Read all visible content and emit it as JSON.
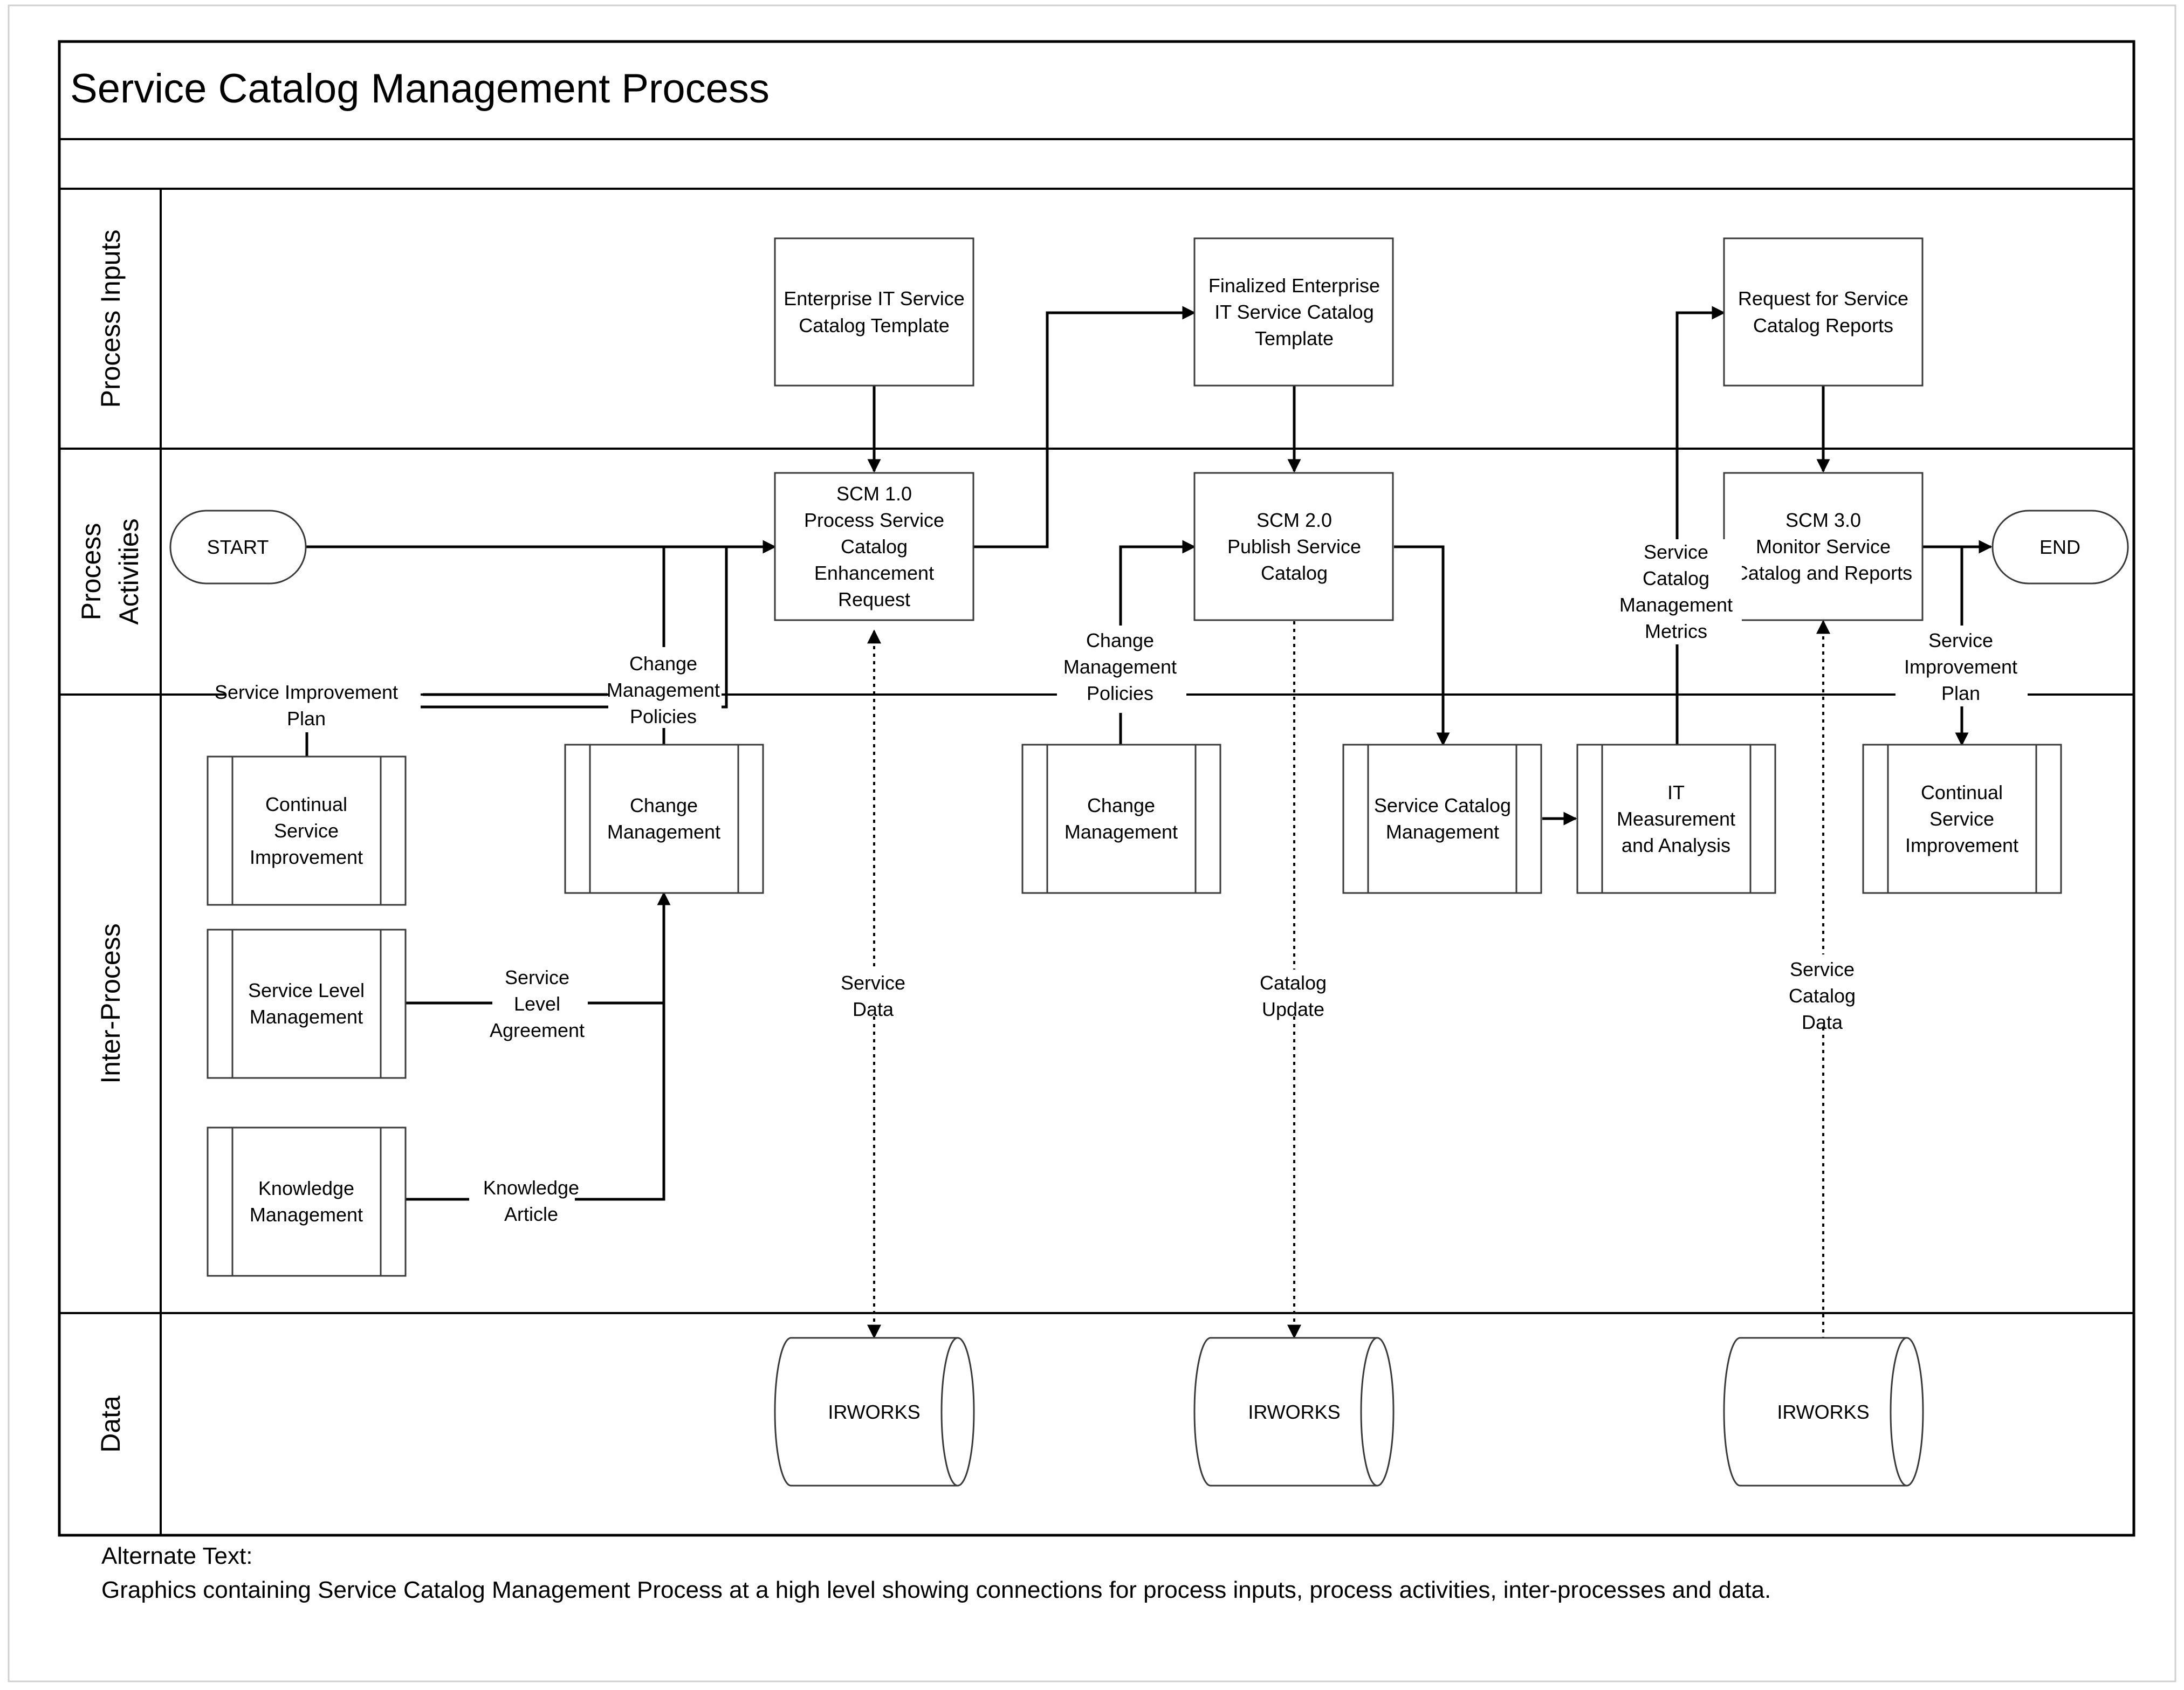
{
  "diagram": {
    "title": "Service Catalog Management Process",
    "lanes": {
      "inputs": "Process Inputs",
      "activities_line1": "Process",
      "activities_line2": "Activities",
      "inter": "Inter-Process",
      "data": "Data"
    },
    "terminals": {
      "start": "START",
      "end": "END"
    },
    "inputs": {
      "i1": [
        "Enterprise IT Service",
        "Catalog Template"
      ],
      "i2": [
        "Finalized Enterprise",
        "IT Service Catalog",
        "Template"
      ],
      "i3": [
        "Request for Service",
        "Catalog Reports"
      ]
    },
    "activities": {
      "a1": [
        "SCM 1.0",
        "Process Service",
        "Catalog",
        "Enhancement",
        "Request"
      ],
      "a2": [
        "SCM 2.0",
        "Publish Service",
        "Catalog"
      ],
      "a3": [
        "SCM 3.0",
        "Monitor Service",
        "Catalog and Reports"
      ]
    },
    "inter_processes": {
      "csi1": [
        "Continual",
        "Service",
        "Improvement"
      ],
      "slm": [
        "Service Level",
        "Management"
      ],
      "km": [
        "Knowledge",
        "Management"
      ],
      "cm1": [
        "Change",
        "Management"
      ],
      "cm2": [
        "Change",
        "Management"
      ],
      "scm": [
        "Service Catalog",
        "Management"
      ],
      "itma": [
        "IT",
        "Measurement",
        "and Analysis"
      ],
      "csi2": [
        "Continual",
        "Service",
        "Improvement"
      ]
    },
    "data_stores": {
      "d1": "IRWORKS",
      "d2": "IRWORKS",
      "d3": "IRWORKS"
    },
    "labels": {
      "sip1_line1": "Service Improvement",
      "sip1_line2": "Plan",
      "cmp1": [
        "Change",
        "Management",
        "Policies"
      ],
      "cmp2": [
        "Change",
        "Management",
        "Policies"
      ],
      "sla": [
        "Service",
        "Level",
        "Agreement"
      ],
      "ka": [
        "Knowledge",
        "Article"
      ],
      "service_data": [
        "Service",
        "Data"
      ],
      "catalog_update": [
        "Catalog",
        "Update"
      ],
      "scm_metrics": [
        "Service",
        "Catalog",
        "Management",
        "Metrics"
      ],
      "sip2": [
        "Service",
        "Improvement",
        "Plan"
      ],
      "scd": [
        "Service",
        "Catalog",
        "Data"
      ]
    }
  },
  "alt_text": {
    "heading": "Alternate Text:",
    "body": "Graphics containing Service Catalog Management Process at a high level showing connections for process inputs, process activities, inter-processes and data."
  },
  "colors": {
    "line": "#000000",
    "box_border": "#3a3a3a",
    "background": "#ffffff"
  }
}
